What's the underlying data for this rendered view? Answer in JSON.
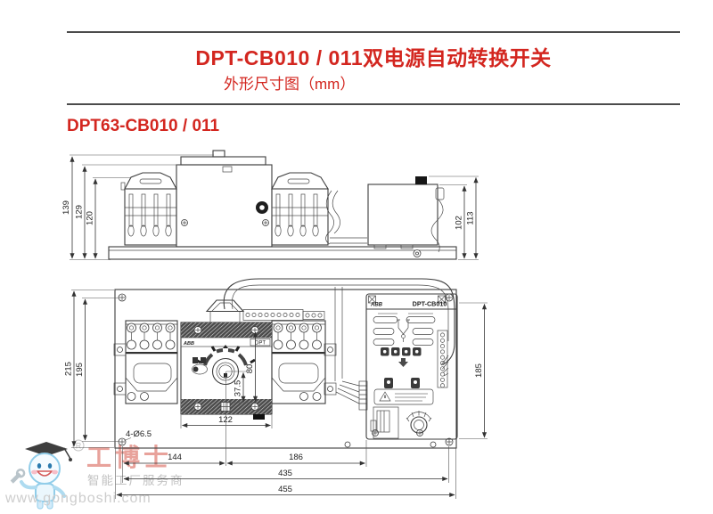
{
  "header": {
    "title": "DPT-CB010 / 011双电源自动转换开关",
    "subtitle": "外形尺寸图（mm）"
  },
  "section": {
    "heading": "DPT63-CB010 / 011"
  },
  "side_view": {
    "dims": {
      "overall_height": "139",
      "body_height": "129",
      "cover_height": "120",
      "controller_height": "102",
      "controller_total_height": "113"
    }
  },
  "front_view": {
    "dims": {
      "plate_height": "215",
      "hole_spacing_v": "195",
      "module_screw_spacing": "80",
      "knob_offset": "37.5",
      "module_width": "122",
      "controller_height": "185",
      "hole_to_center": "144",
      "center_to_controller": "186",
      "hole_spacing_h": "435",
      "plate_width": "455"
    },
    "hole_label": "4-Ø6.5",
    "labels": {
      "switch": "DPT",
      "controller_model": "DPT-CB010",
      "brand": "ABB"
    }
  },
  "watermark": {
    "brand": "工博士",
    "registered": "®",
    "tagline": "智能工厂服务商",
    "url": "www.gongboshi.com"
  },
  "colors": {
    "accent": "#d3261f",
    "line": "#3d3d3d",
    "watermark_text": "#e79b93",
    "watermark_gray": "#bdbdbd"
  }
}
